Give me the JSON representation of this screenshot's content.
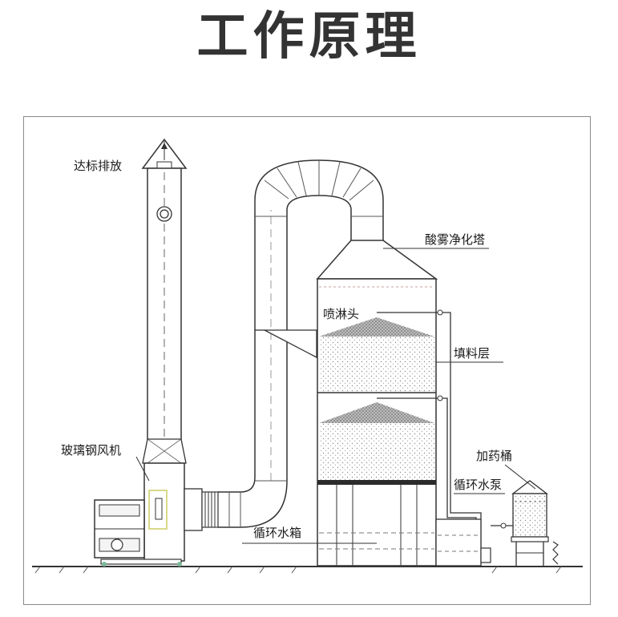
{
  "title": "工作原理",
  "labels": {
    "exhaust": "达标排放",
    "tower": "酸雾净化塔",
    "spray_head": "喷淋头",
    "packing_layer": "填料层",
    "fan": "玻璃钢风机",
    "dosing_tank": "加药桶",
    "circulation_pump": "循环水泵",
    "circulation_tank": "循环水箱"
  }
}
